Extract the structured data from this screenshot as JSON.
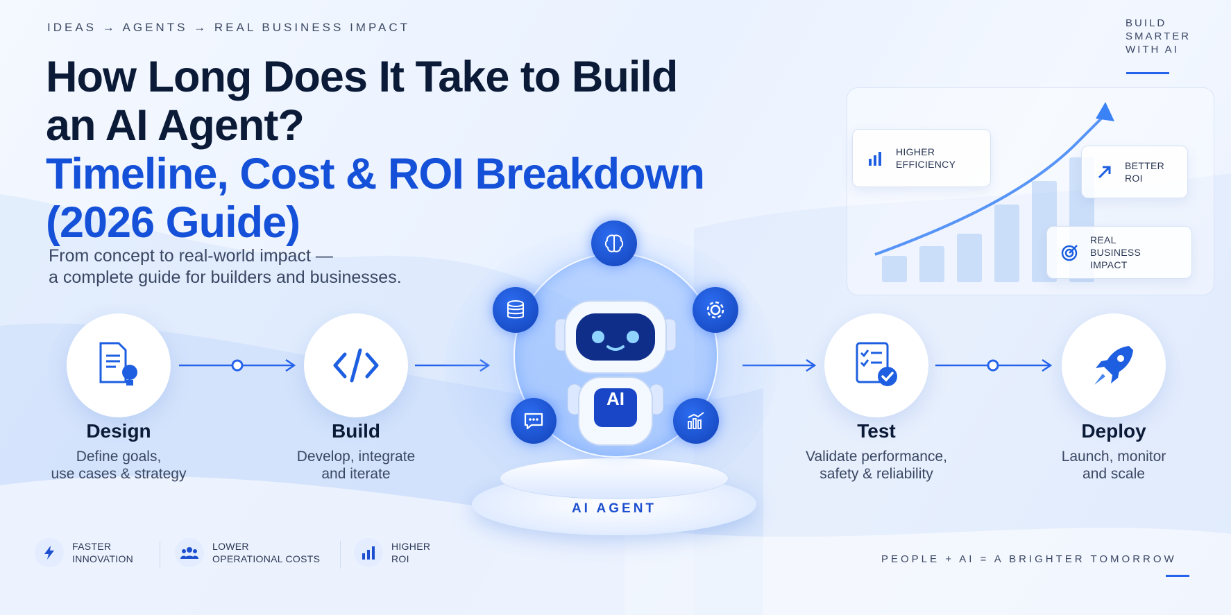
{
  "header": {
    "tagline": "IDEAS → AGENTS → REAL BUSINESS IMPACT",
    "title_line1": "How Long Does It Take to Build",
    "title_line2": "an AI Agent?",
    "title_line3": "Timeline, Cost & ROI Breakdown",
    "title_line4": "(2026 Guide)",
    "subtitle_line1": "From concept to real-world impact —",
    "subtitle_line2": "a complete guide for builders and businesses."
  },
  "corner": {
    "line1": "BUILD",
    "line2": "SMARTER",
    "line3": "WITH AI"
  },
  "stats": [
    {
      "line1": "HIGHER",
      "line2": "EFFICIENCY",
      "icon": "bar-chart-icon"
    },
    {
      "line1": "BETTER",
      "line2": "ROI",
      "icon": "trend-up-arrow-icon"
    },
    {
      "line1": "REAL",
      "line2": "BUSINESS IMPACT",
      "icon": "target-icon"
    }
  ],
  "steps": [
    {
      "title": "Design",
      "desc1": "Define goals,",
      "desc2": "use cases & strategy",
      "icon": "document-lightbulb-icon"
    },
    {
      "title": "Build",
      "desc1": "Develop, integrate",
      "desc2": "and iterate",
      "icon": "code-icon"
    },
    {
      "title": "Test",
      "desc1": "Validate performance,",
      "desc2": "safety & reliability",
      "icon": "checklist-icon"
    },
    {
      "title": "Deploy",
      "desc1": "Launch, monitor",
      "desc2": "and scale",
      "icon": "rocket-icon"
    }
  ],
  "center": {
    "robot_badge": "AI",
    "pedestal_label": "AI AGENT",
    "orbit_icons": [
      "brain-icon",
      "database-icon",
      "gear-icon",
      "chat-icon",
      "analytics-icon"
    ]
  },
  "benefits": [
    {
      "line1": "FASTER",
      "line2": "INNOVATION",
      "icon": "lightning-icon"
    },
    {
      "line1": "LOWER",
      "line2": "OPERATIONAL COSTS",
      "icon": "people-icon"
    },
    {
      "line1": "HIGHER",
      "line2": "ROI",
      "icon": "bar-chart-icon"
    }
  ],
  "footer": {
    "tagline": "PEOPLE + AI = A BRIGHTER TOMORROW"
  },
  "colors": {
    "accent": "#1550d8",
    "navy": "#0b1a36",
    "text_muted": "#3a4763"
  }
}
